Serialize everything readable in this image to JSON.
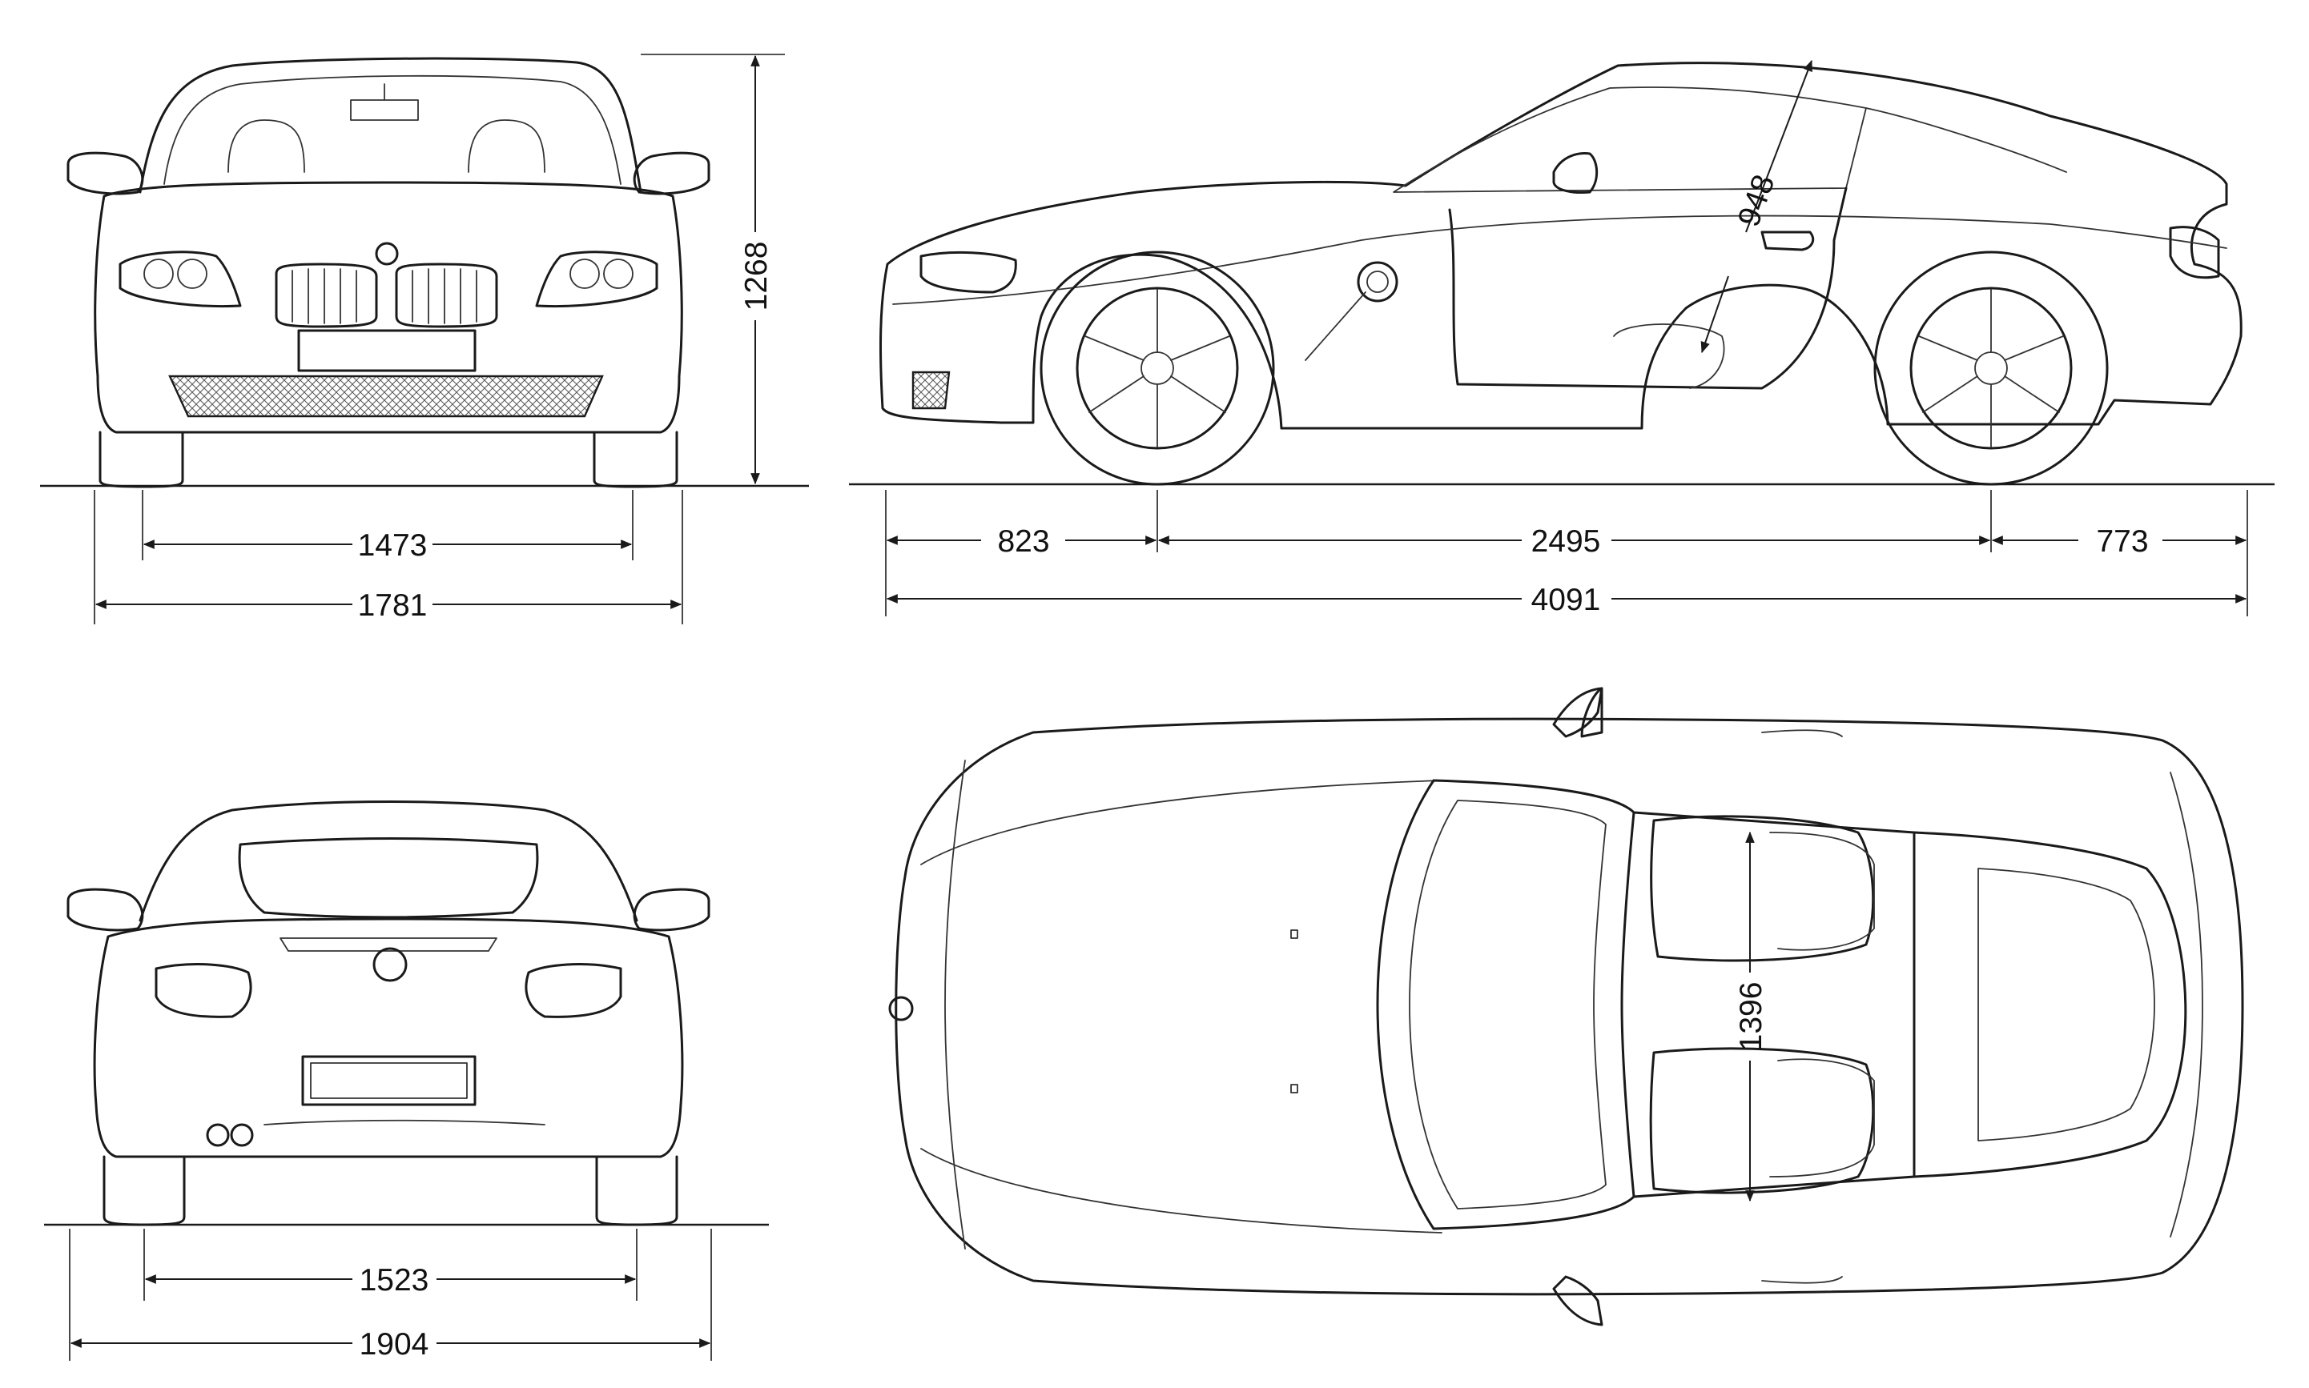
{
  "dimensions": {
    "front_track": "1473",
    "overall_width": "1781",
    "height": "1268",
    "front_overhang": "823",
    "wheelbase": "2495",
    "rear_overhang": "773",
    "overall_length": "4091",
    "rear_track": "1523",
    "width_with_mirrors": "1904",
    "door_opening_height": "948",
    "interior_width": "1396"
  },
  "colors": {
    "line": "#1a1a1a",
    "background": "#ffffff"
  }
}
